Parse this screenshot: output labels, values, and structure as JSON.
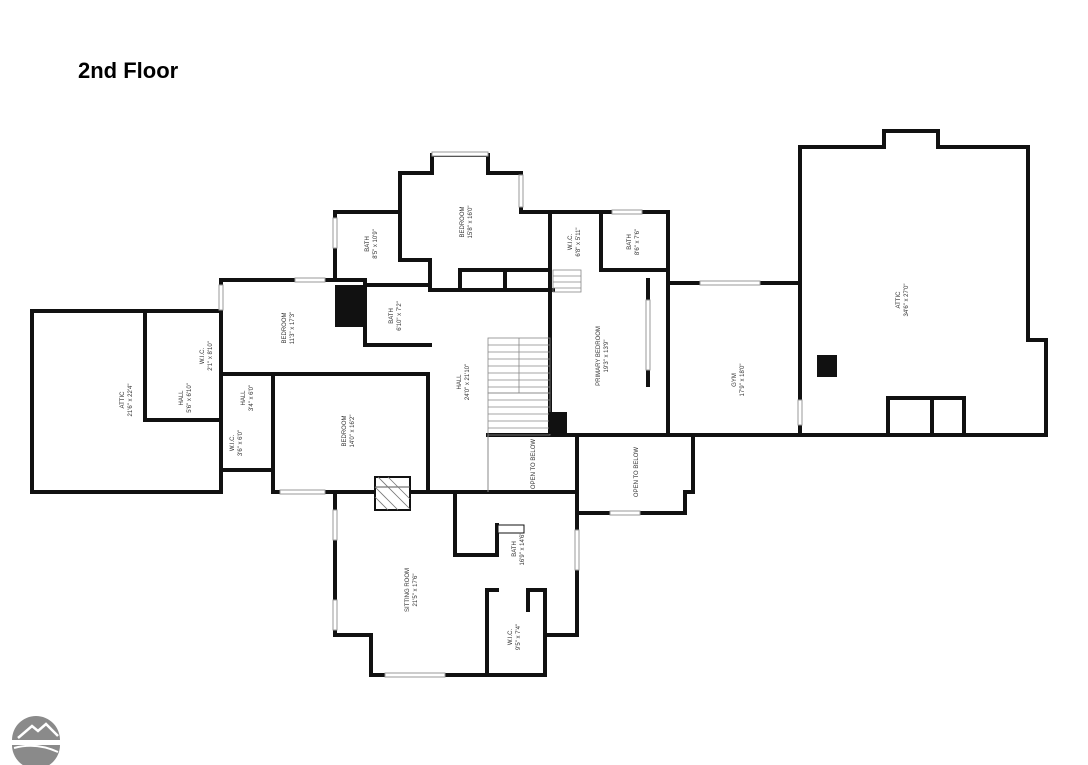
{
  "page_title": "2nd Floor",
  "rooms": [
    {
      "key": "attic_left",
      "name": "ATTIC",
      "dims": "21'6\" x 22'4\""
    },
    {
      "key": "wic_a",
      "name": "W.I.C.",
      "dims": "2'1\" x 8'10\""
    },
    {
      "key": "hall_a",
      "name": "HALL",
      "dims": "5'6\" x 6'10\""
    },
    {
      "key": "hall_b",
      "name": "HALL",
      "dims": "3'4\" x 6'0\""
    },
    {
      "key": "wic_b",
      "name": "W.I.C.",
      "dims": "3'6\" x 6'0\""
    },
    {
      "key": "bedroom_nw",
      "name": "BEDROOM",
      "dims": "11'3\" x 17'3\""
    },
    {
      "key": "bedroom_w",
      "name": "BEDROOM",
      "dims": "14'0\" x 16'2\""
    },
    {
      "key": "bath_a",
      "name": "BATH",
      "dims": "8'5\" x 10'9\""
    },
    {
      "key": "bath_b",
      "name": "BATH",
      "dims": "6'10\" x 7'2\""
    },
    {
      "key": "bedroom_n",
      "name": "BEDROOM",
      "dims": "15'8\" x 16'0\""
    },
    {
      "key": "hall_c",
      "name": "HALL",
      "dims": "24'0\" x 21'10\""
    },
    {
      "key": "wic_c",
      "name": "W.I.C.",
      "dims": "6'8\" x 5'11\""
    },
    {
      "key": "bath_c",
      "name": "BATH",
      "dims": "8'6\" x 7'6\""
    },
    {
      "key": "primary_bedroom",
      "name": "PRIMARY BEDROOM",
      "dims": "19'3\" x 13'9\""
    },
    {
      "key": "open_below_a",
      "name": "OPEN TO BELOW",
      "dims": ""
    },
    {
      "key": "open_below_b",
      "name": "OPEN TO BELOW",
      "dims": ""
    },
    {
      "key": "gym",
      "name": "GYM",
      "dims": "17'9\" x 18'0\""
    },
    {
      "key": "attic_right",
      "name": "ATTIC",
      "dims": "34'6\" x 27'0\""
    },
    {
      "key": "sitting_room",
      "name": "SITTING ROOM",
      "dims": "21'5\" x 17'6\""
    },
    {
      "key": "bath_d",
      "name": "BATH",
      "dims": "16'9\" x 14'6\""
    },
    {
      "key": "wic_d",
      "name": "W.I.C.",
      "dims": "9'5\" x 7'4\""
    }
  ],
  "colors": {
    "wall": "#111111",
    "window": "#9a9a9a",
    "logo": "#8a8a8a"
  },
  "logo": {
    "icon": "roof-arc-logo"
  }
}
